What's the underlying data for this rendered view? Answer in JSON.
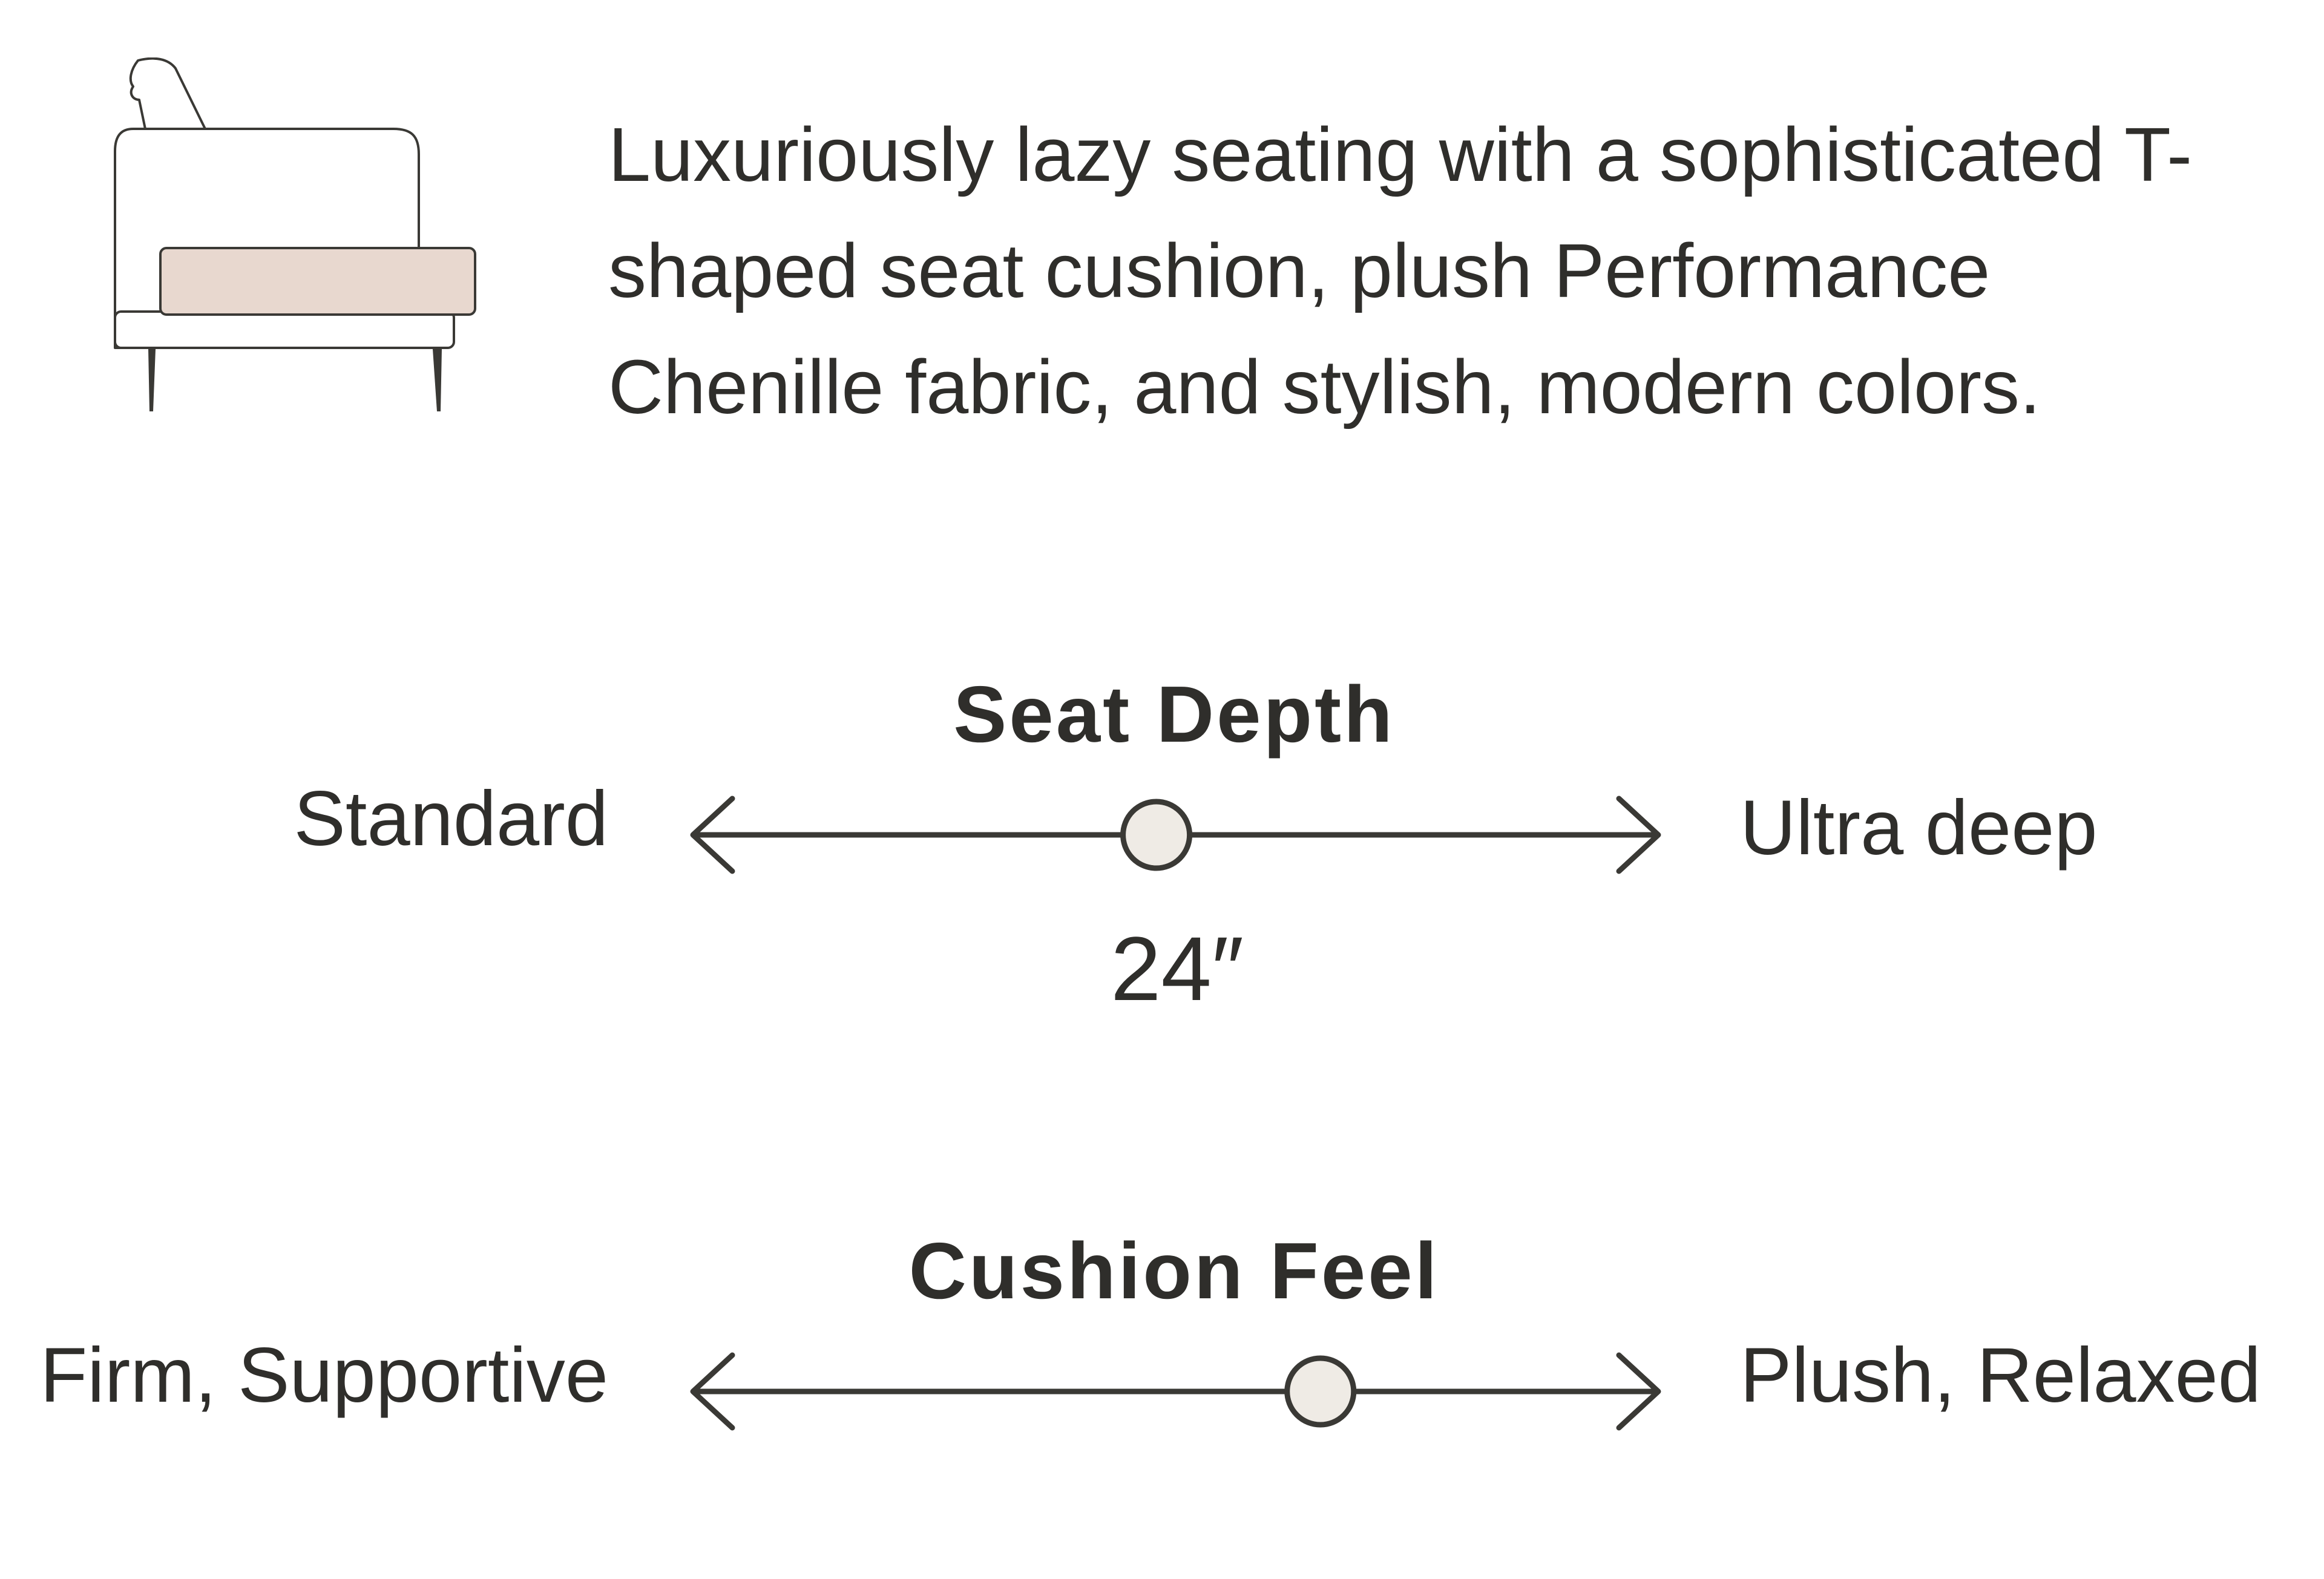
{
  "description": "Luxuriously lazy seating with a sophisticated T-shaped seat cushion, plush Performance Chenille fabric, and stylish, modern colors.",
  "illustration": {
    "icon": "sofa-side-profile-icon",
    "cushion_color": "#e8d8cf"
  },
  "colors": {
    "text": "#2f2e2b",
    "line": "#3a3935",
    "knob_fill": "#efebe5"
  },
  "seat_depth": {
    "title": "Seat Depth",
    "left_label": "Standard",
    "right_label": "Ultra deep",
    "value_label": "24″",
    "position_fraction": 0.48
  },
  "cushion_feel": {
    "title": "Cushion Feel",
    "left_label": "Firm, Supportive",
    "right_label": "Plush, Relaxed",
    "position_fraction": 0.65
  }
}
